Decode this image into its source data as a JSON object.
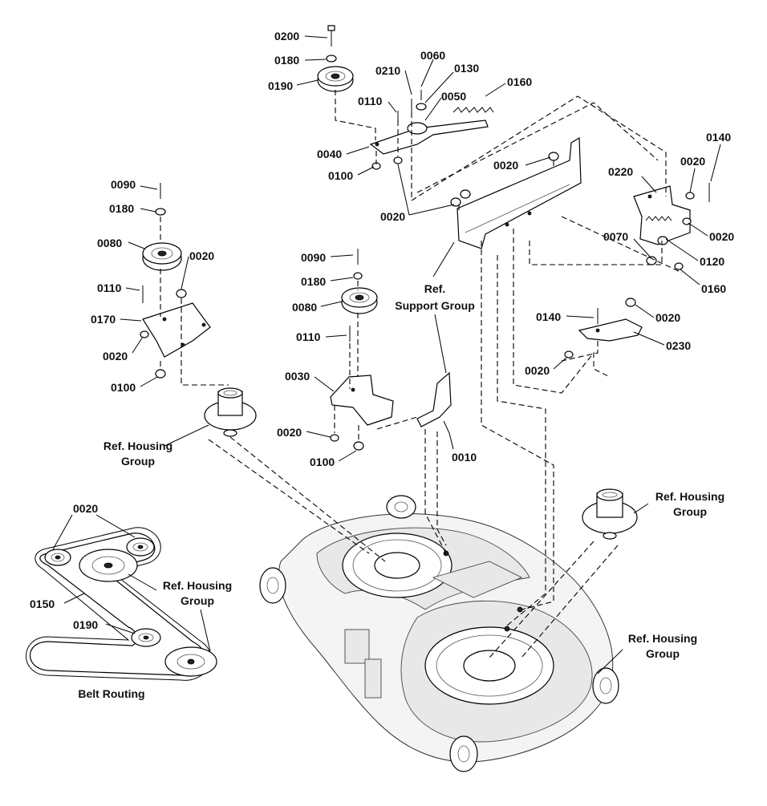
{
  "labels": {
    "p0200": "0200",
    "p0180a": "0180",
    "p0190a": "0190",
    "p0210": "0210",
    "p0060": "0060",
    "p0130": "0130",
    "p0160a": "0160",
    "p0110a": "0110",
    "p0050": "0050",
    "p0040": "0040",
    "p0100a": "0100",
    "p0020a": "0020",
    "p0020b": "0020",
    "p0140a": "0140",
    "p0220": "0220",
    "p0020c": "0020",
    "p0020d": "0020",
    "p0070": "0070",
    "p0120": "0120",
    "p0160b": "0160",
    "p0090a": "0090",
    "p0180b": "0180",
    "p0080a": "0080",
    "p0020e": "0020",
    "p0110b": "0110",
    "p0170": "0170",
    "p0020f": "0020",
    "p0100b": "0100",
    "p0090b": "0090",
    "p0180c": "0180",
    "p0080b": "0080",
    "p0110c": "0110",
    "p0030": "0030",
    "p0020g": "0020",
    "p0100c": "0100",
    "p0010": "0010",
    "p0140b": "0140",
    "p0020h": "0020",
    "p0230": "0230",
    "p0020i": "0020",
    "p0020j": "0020",
    "p0150": "0150",
    "p0190b": "0190",
    "refSupport1": "Ref.",
    "refSupport2": "Support Group",
    "refHousingA1": "Ref. Housing",
    "refHousingA2": "Group",
    "refHousingB1": "Ref. Housing",
    "refHousingB2": "Group",
    "refHousingC1": "Ref. Housing",
    "refHousingC2": "Group",
    "refHousingD1": "Ref. Housing",
    "refHousingD2": "Group",
    "beltRouting": "Belt Routing"
  }
}
